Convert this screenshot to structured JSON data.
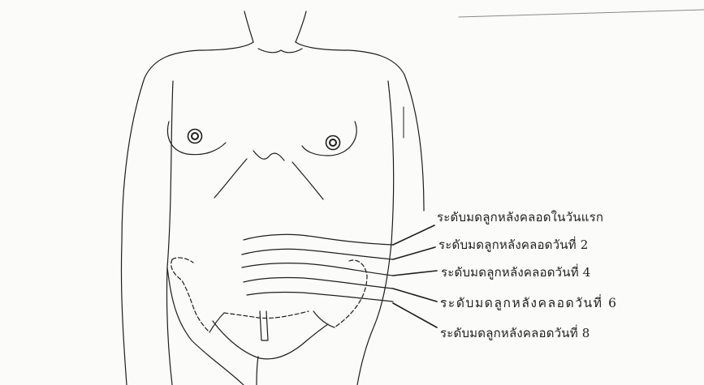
{
  "labels": [
    "ระดับมดลูกหลังคลอดในวันแรก",
    "ระดับมดลูกหลังคลอดวันที่ 2",
    "ระดับมดลูกหลังคลอดวันที่ 4",
    "ระดับมดลูกหลังคลอดวันที่ 6",
    "ระดับมดลูกหลังคลอดวันที่ 8"
  ]
}
